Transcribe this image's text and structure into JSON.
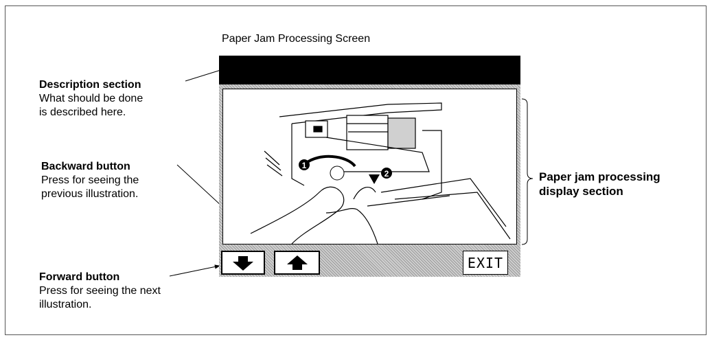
{
  "screen_title": "Paper Jam Processing Screen",
  "annotations": {
    "description": {
      "title": "Description section",
      "lines": [
        "What should be done",
        "is described here."
      ]
    },
    "backward": {
      "title": "Backward button",
      "lines": [
        "Press for seeing the",
        "previous illustration."
      ]
    },
    "forward": {
      "title": "Forward button",
      "lines": [
        "Press for seeing the next",
        "illustration."
      ]
    },
    "display": {
      "lines": [
        "Paper jam processing",
        "display section"
      ]
    }
  },
  "device": {
    "description_text": "",
    "exit_label": "EXIT",
    "step_markers": [
      "1",
      "2"
    ]
  },
  "icons": {
    "backward": "arrow-down-icon",
    "forward": "arrow-up-icon"
  }
}
